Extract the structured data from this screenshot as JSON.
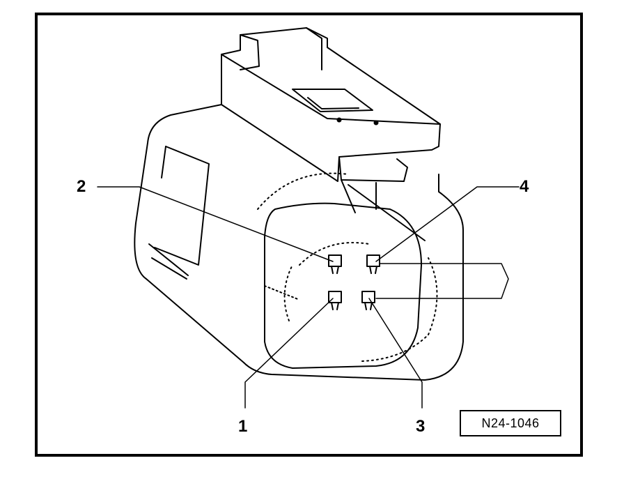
{
  "figure": {
    "callouts": {
      "pin1": "1",
      "pin2": "2",
      "pin3": "3",
      "pin4": "4"
    },
    "reference_code": "N24-1046"
  },
  "colors": {
    "line": "#000000",
    "background": "#ffffff"
  }
}
